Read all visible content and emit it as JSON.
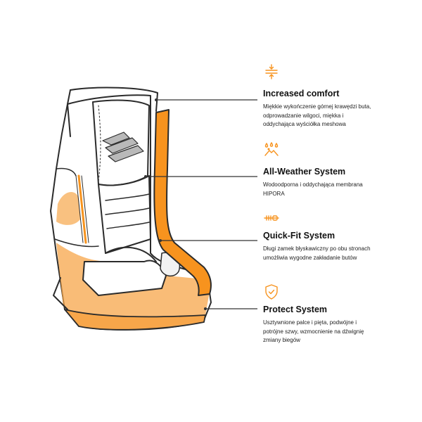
{
  "colors": {
    "accent": "#f7931e",
    "stroke": "#2b2b2b",
    "icon": "#f7931e"
  },
  "features": [
    {
      "icon": "cushion-arrows-icon",
      "title": "Increased comfort",
      "description": "Miękkie wykończenie górnej krawędzi buta, odprowadzanie wilgoci, miękka i oddychająca wyściółka meshowa"
    },
    {
      "icon": "weather-drops-icon",
      "title": "All-Weather System",
      "description": "Wodoodporna i oddychająca membrana HIPORA"
    },
    {
      "icon": "zipper-icon",
      "title": "Quick-Fit System",
      "description": "Długi zamek błyskawiczny po obu stronach umożliwia wygodne zakładanie butów"
    },
    {
      "icon": "shield-check-icon",
      "title": "Protect System",
      "description": "Usztywnione palce i pięta, podwójne i potrójne szwy, wzmocnienie na dźwignię zmiany biegów"
    }
  ]
}
